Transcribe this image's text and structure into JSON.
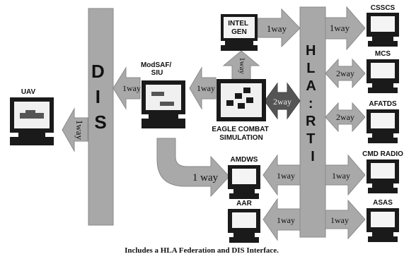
{
  "bars": {
    "dis": {
      "label": "D\nI\nS"
    },
    "hla": {
      "label": "H\nL\nA\n:\nR\nT\nI"
    }
  },
  "nodes": {
    "uav": "UAV",
    "modsaf": [
      "ModSAF/",
      "SIU"
    ],
    "intel": [
      "INTEL",
      "GEN"
    ],
    "eagle": [
      "EAGLE COMBAT",
      "SIMULATION"
    ],
    "amdws": "AMDWS",
    "aar": "AAR",
    "csscs": "CSSCS",
    "mcs": "MCS",
    "afatds": "AFATDS",
    "cmd_radio": "CMD RADIO",
    "asas": "ASAS"
  },
  "arrows": {
    "dis_to_uav": "1way",
    "modsaf_to_dis": "1way",
    "eagle_to_modsaf": "1way",
    "eagle_to_intel": "1way",
    "intel_to_hla": "1way",
    "eagle_hla": "2way",
    "modsaf_to_amdws": "1 way",
    "hla_to_csscs": "1way",
    "hla_mcs": "2way",
    "hla_afatds": "2way",
    "hla_to_amdws": "1way",
    "hla_to_cmd": "1way",
    "hla_to_aar": "1way",
    "hla_to_asas": "1way"
  },
  "caption": "Includes a HLA Federation and DIS Interface."
}
